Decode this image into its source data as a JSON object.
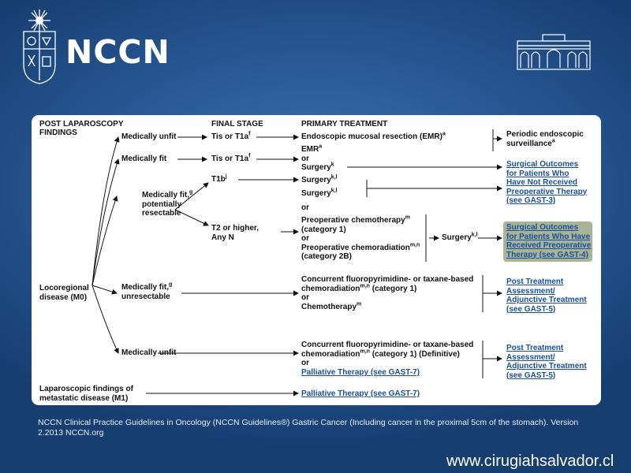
{
  "logo_text": "NCCN",
  "headers": {
    "col1_l1": "POST LAPAROSCOPY",
    "col1_l2": "FINDINGS",
    "col2": "FINAL STAGE",
    "col3": "PRIMARY TREATMENT"
  },
  "findings": {
    "locoregional_l1": "Locoregional",
    "locoregional_l2": "disease (M0)",
    "metastatic_l1": "Laparoscopic findings of",
    "metastatic_l2": "metastatic disease (M1)"
  },
  "fitness": {
    "unfit_top": "Medically unfit",
    "fit": "Medically fit",
    "fit_resectable_l1": "Medically fit,",
    "fit_resectable_sup": "g",
    "fit_resectable_l2": "potentially",
    "fit_resectable_l3": "resectable",
    "fit_unresectable_l1": "Medically fit,",
    "fit_unresectable_sup": "g",
    "fit_unresectable_l2": "unresectable",
    "unfit_bottom": "Medically unfit"
  },
  "stages": {
    "tis1": "Tis or T1a",
    "tis1_sup": "f",
    "tis2": "Tis or T1a",
    "tis2_sup": "f",
    "t1b": "T1b",
    "t1b_sup": "j",
    "t2_l1": "T2 or higher,",
    "t2_l2": "Any N"
  },
  "treatments": {
    "emr_full": "Endoscopic mucosal resection (EMR)",
    "emr_full_sup": "a",
    "emr": "EMR",
    "emr_sup": "a",
    "or": "or",
    "surgery": "Surgery",
    "surgery_sup": "k",
    "surgery_kl": "Surgery",
    "kl_sup": "k,l",
    "preop_chemo": "Preoperative chemotherapy",
    "preop_chemo_sup": "m",
    "category1": "(category 1)",
    "preop_chemorad": "Preoperative chemoradiation",
    "preop_chemorad_sup": "m,n",
    "category2b": "(category 2B)",
    "concurrent": "Concurrent fluoropyrimidine- or taxane-based",
    "chemorad": "chemoradiation",
    "mn_sup": "m,n",
    "cat1_suffix": "(category 1)",
    "cat1_definitive": "(category 1) (Definitive)",
    "chemotherapy": "Chemotherapy",
    "chemotherapy_sup": "m",
    "palliative": "Palliative Therapy (see GAST-7)"
  },
  "outcomes": {
    "periodic_l1": "Periodic endoscopic",
    "periodic_l2": "surveillance",
    "periodic_sup": "a",
    "not_received_l1": "Surgical Outcomes",
    "not_received_l2": "for Patients Who",
    "not_received_l3": "Have Not Received",
    "not_received_l4": "Preoperative Therapy",
    "not_received_l5": "(see GAST-3)",
    "received_l1": "Surgical Outcomes",
    "received_l2": "for Patients Who Have",
    "received_l3": "Received Preoperative",
    "received_l4": "Therapy (see GAST-4)",
    "post_l1": "Post Treatment",
    "post_l2": "Assessment/",
    "post_l3": "Adjunctive Treatment",
    "post_l4": "(see GAST-5)"
  },
  "footer": "NCCN Clinical Practice Guidelines in Oncology (NCCN Guidelines®) Gastric Cancer (Including cancer in the proximal 5cm of the stomach). Version 2.2013 NCCN.org",
  "website": "www.cirugiahsalvador.cl"
}
